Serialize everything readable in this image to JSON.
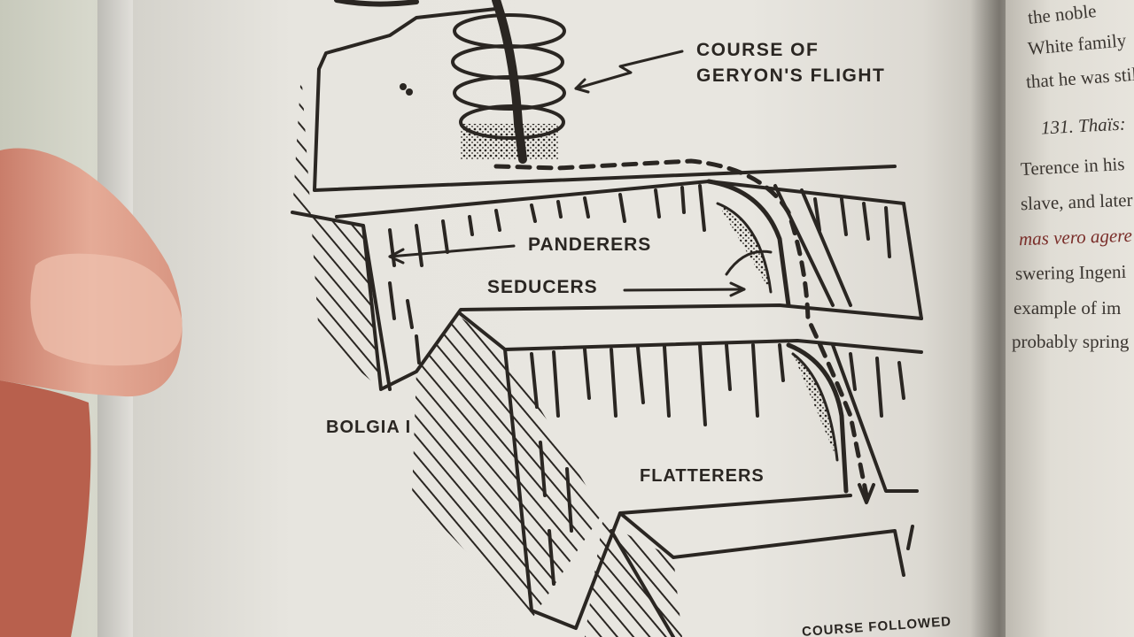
{
  "illustration": {
    "labels": {
      "course_line1": "COURSE OF",
      "course_line2": "GERYON'S FLIGHT",
      "panderers": "PANDERERS",
      "seducers": "SEDUCERS",
      "bolgia": "BOLGIA I",
      "flatterers": "FLATTERERS",
      "course_followed": "COURSE FOLLOWED"
    }
  },
  "right_page": {
    "lines": [
      "the noble",
      "White family",
      "that he was stil",
      "131. Thaïs:",
      "Terence in his",
      "slave, and later",
      "mas vero agere",
      "swering Ingeni",
      "example of im",
      "probably spring"
    ]
  },
  "colors": {
    "ink": "#2a2622",
    "paper": "#e8e6e0",
    "skin": "#e2a48f"
  }
}
